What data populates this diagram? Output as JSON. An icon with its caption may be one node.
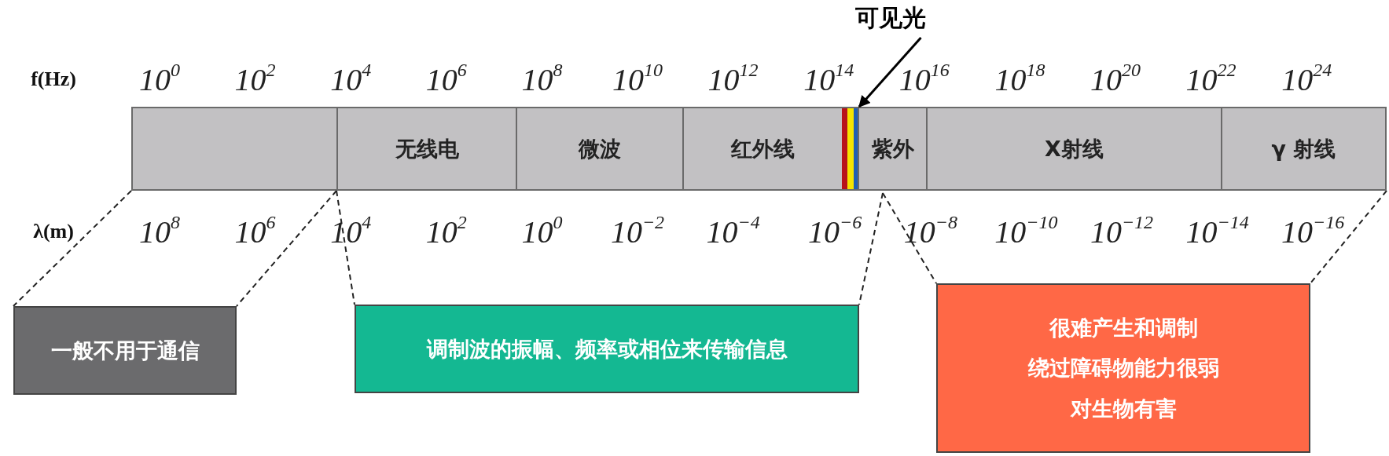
{
  "diagram": {
    "nodes": [
      {
        "text": [],
        "shape": "box"
      },
      {
        "text": [
          "无线电"
        ]
      },
      {
        "text": [
          "微波"
        ]
      },
      {
        "text": [
          "红外线"
        ]
      },
      {
        "text": [],
        "shape": "bar"
      },
      {
        "text": [
          "紫外"
        ]
      },
      {
        "text": [
          "X射线"
        ]
      },
      {
        "text": [
          "γ 射线"
        ]
      },
      {
        "text": [
          "可见光"
        ]
      },
      {
        "text": [
          "一般不用于通信"
        ]
      },
      {
        "text": [
          "调制波的振幅、频率或相位来传输信息"
        ]
      },
      {
        "text": [
          "很难产生和调制",
          "绕过障碍物能力很弱",
          "对生物有害"
        ]
      }
    ],
    "edges": [
      {
        "from": 8,
        "to": 4,
        "arrow": "to"
      }
    ],
    "labels": [
      "f(Hz)",
      "10$^{0}$",
      "10$^{2}$",
      "10$^{4}$",
      "10$^{6}$",
      "10$^{8}$",
      "10$^{10}$",
      "10$^{12}$",
      "10$^{14}$",
      "10$^{16}$",
      "10$^{18}$",
      "10$^{20}$",
      "10$^{22}$",
      "10$^{24}$",
      "λ(m)",
      "10$^{8}$",
      "10$^{6}$",
      "10$^{4}$",
      "10$^{2}$",
      "10$^{0}$",
      "10$^{−2}$",
      "10$^{−4}$",
      "10$^{−6}$",
      "10$^{−8}$",
      "10$^{−10}$",
      "10$^{−12}$",
      "10$^{−14}$",
      "10$^{−16}$"
    ]
  }
}
